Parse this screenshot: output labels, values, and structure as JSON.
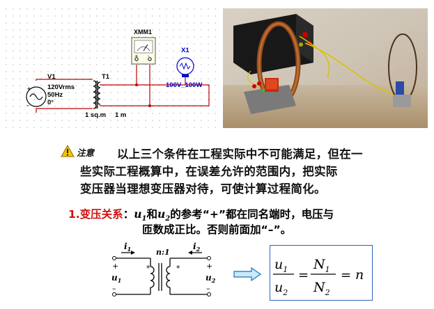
{
  "schematic": {
    "xmm_label": "XMM1",
    "x1_label": "X1",
    "lamp_rating": "100V_100W",
    "v1_label": "V1",
    "v1_voltage": "120Vrms",
    "v1_freq": "50Hz",
    "v1_phase": "0°",
    "t1_label": "T1",
    "t1_core": "1 sq.m",
    "t1_length": "1 m",
    "meter_plus": "+",
    "meter_minus": "-"
  },
  "note": {
    "badge": "注意",
    "line1": "以上三个条件在工程实际中不可能满足，但在一",
    "line2": "些实际工程概算中，在误差允许的范围内，把实际",
    "line3": "变压器当理想变压器对待，可使计算过程简化。"
  },
  "section1": {
    "number_title": "1.变压关系",
    "colon": "：",
    "u": "u",
    "sub1": "1",
    "sub2": "2",
    "he": "和",
    "text_a": "的参考“+”都在同名端时，电压与",
    "line2": "匝数成正比。否则前面加“–”。"
  },
  "circuit": {
    "i1": "i",
    "i2": "i",
    "sub1": "1",
    "sub2": "2",
    "ratio": "n:1",
    "plus": "+",
    "minus": "–",
    "u": "u",
    "dot": "*"
  },
  "formula": {
    "u": "u",
    "N": "N",
    "sub1": "1",
    "sub2": "2",
    "eq": "=",
    "n": "n"
  }
}
